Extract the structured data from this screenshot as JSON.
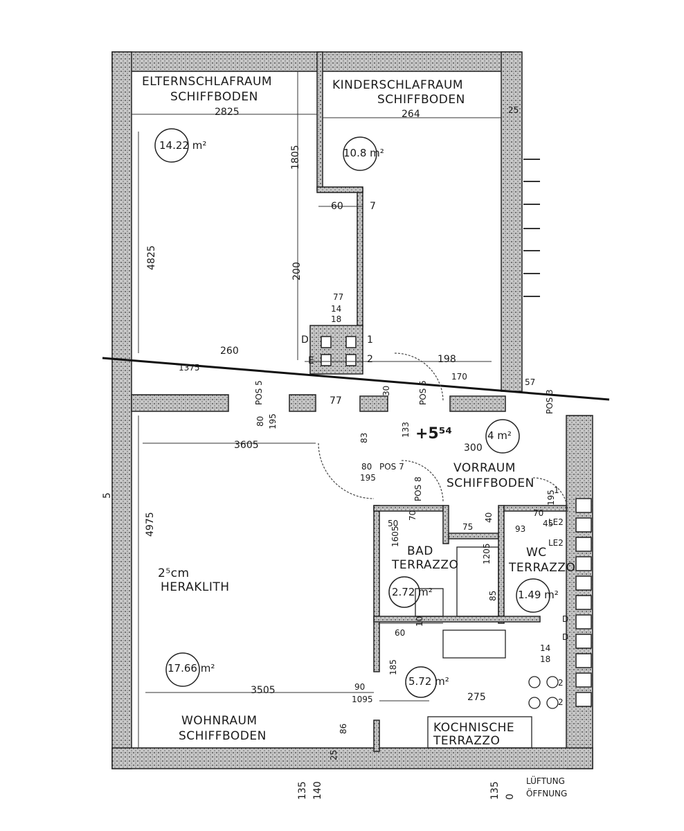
{
  "rooms": {
    "eltern": {
      "name": "ELTERNSCHLAFRAUM",
      "floor": "SCHIFFBODEN",
      "width": "2825",
      "area": "14.22 m²"
    },
    "kinder": {
      "name": "KINDERSCHLAFRAUM",
      "floor": "SCHIFFBODEN",
      "width": "264",
      "area": "10.8 m²"
    },
    "wohn": {
      "name": "WOHNRAUM",
      "floor": "SCHIFFBODEN",
      "width": "3505",
      "area": "17.66 m²"
    },
    "vorraum": {
      "name": "VORRAUM",
      "floor": "SCHIFFBODEN",
      "area": "4 m²",
      "width": "300"
    },
    "bad": {
      "name": "BAD",
      "floor": "TERRAZZO",
      "area": "2.72 m²"
    },
    "wc": {
      "name": "WC",
      "floor": "TERRAZZO",
      "area": "1.49 m²"
    },
    "kochnische": {
      "name": "KOCHNISCHE",
      "floor": "TERRAZZO",
      "area": "5.72 m²",
      "width": "275"
    }
  },
  "level": "+5⁵⁴",
  "wall_note": {
    "thickness": "2⁵cm",
    "material": "HERAKLITH"
  },
  "vent_note": {
    "line1": "LÜFTUNG",
    "line2": "ÖFFNUNG"
  },
  "dimensions": {
    "d_1805": "1805",
    "d_4825": "4825",
    "d_200": "200",
    "d_60": "60",
    "d_7": "7",
    "d_77a": "77",
    "d_14": "14",
    "d_18": "18",
    "d_260": "260",
    "d_1375": "1375",
    "d_198": "198",
    "d_170": "170",
    "d_57": "57",
    "d_77b": "77",
    "d_80a": "80",
    "d_195a": "195",
    "d_3605": "3605",
    "d_83": "83",
    "d_133": "133",
    "d_80b": "80",
    "d_195b": "195",
    "d_pos7": "POS 7",
    "d_pos5": "POS 5",
    "d_pos5b": "POS 5",
    "d_pos3": "POS 3",
    "d_4975": "4975",
    "d_5": "5",
    "d_50": "50",
    "d_70": "70",
    "d_75": "75",
    "d_40": "40",
    "d_93": "93",
    "d_45": "45",
    "d_1605": "1605",
    "d_1205": "1205",
    "d_85": "85",
    "d_60b": "60",
    "d_10": "10",
    "d_14b": "14",
    "d_18b": "18",
    "d_185": "185",
    "d_90": "90",
    "d_1095": "1095",
    "d_86": "86",
    "d_25": "25",
    "d_135a": "135",
    "d_140": "140",
    "d_135b": "135",
    "d_0": "0",
    "d_25top": "25",
    "d_pos8": "POS 8",
    "d_70b": "70",
    "d_195c": "195",
    "d_D1": "D",
    "d_E1": "E",
    "d_1": "1",
    "d_2": "2",
    "d_30": "30",
    "d_l1": "1",
    "d_l2": "2",
    "d_l3": "2",
    "d_lez1": "LE2",
    "d_lez2": "LE2",
    "d_D2": "D",
    "d_D3": "D"
  }
}
